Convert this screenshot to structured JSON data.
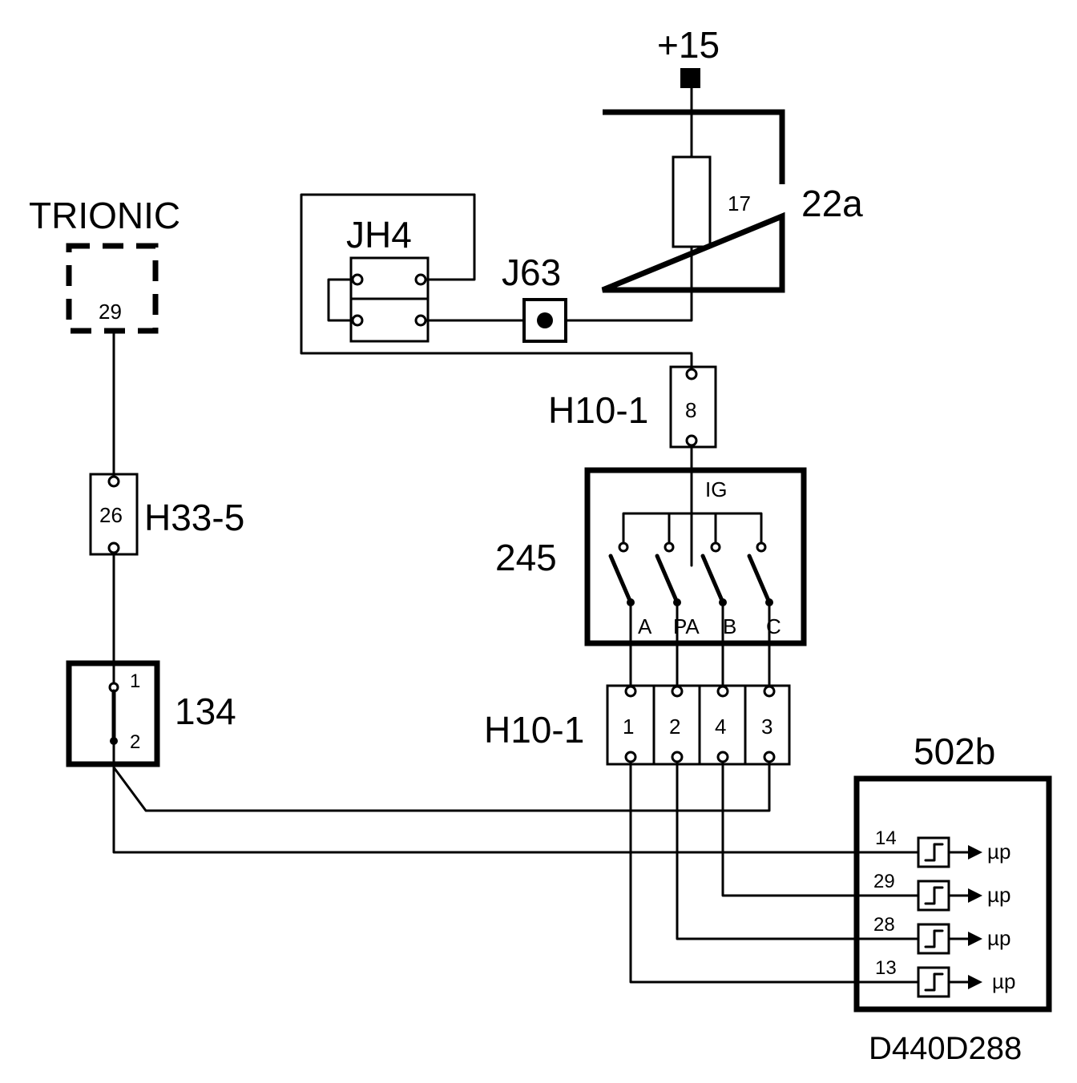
{
  "supply": {
    "label": "+15"
  },
  "fusebox": {
    "id": "22a",
    "fuse": "17"
  },
  "trionic": {
    "label": "TRIONIC",
    "pin": "29"
  },
  "jh4": {
    "label": "JH4"
  },
  "j63": {
    "label": "J63"
  },
  "h10_top": {
    "label": "H10-1",
    "pin": "8"
  },
  "ignition": {
    "id": "245",
    "label_ig": "IG",
    "contacts": [
      "A",
      "PA",
      "B",
      "C"
    ]
  },
  "h33": {
    "label": "H33-5",
    "pin": "26"
  },
  "sw134": {
    "id": "134",
    "pin1": "1",
    "pin2": "2"
  },
  "h10_bottom": {
    "label": "H10-1",
    "pins": [
      "1",
      "2",
      "4",
      "3"
    ]
  },
  "module": {
    "id": "502b",
    "inputs": [
      {
        "pin": "14",
        "out": "µp"
      },
      {
        "pin": "29",
        "out": "µp"
      },
      {
        "pin": "28",
        "out": "µp"
      },
      {
        "pin": "13",
        "out": "µp"
      }
    ]
  },
  "drawing_ref": "D440D288"
}
